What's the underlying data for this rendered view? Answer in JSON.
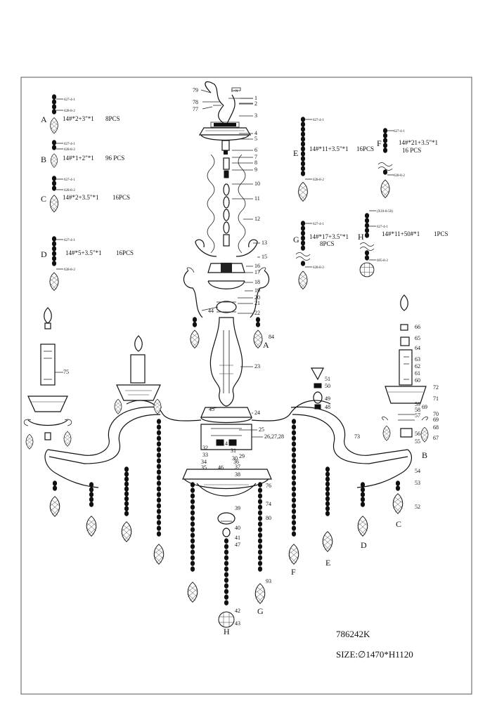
{
  "crystal_specs": [
    {
      "letter": "A",
      "part_top": "627-4-1",
      "part_bottom": "628-8-2",
      "spec": "14#*2+3\"*1",
      "qty": "8PCS"
    },
    {
      "letter": "B",
      "part_top": "627-4-1",
      "part_bottom": "628-8-2",
      "spec": "14#*1+2\"*1",
      "qty": "96 PCS"
    },
    {
      "letter": "C",
      "part_top": "627-4-1",
      "part_bottom": "628-8-2",
      "spec": "14#*2+3.5\"*1",
      "qty": "16PCS"
    },
    {
      "letter": "D",
      "part_top": "627-4-1",
      "part_bottom": "628-8-2",
      "spec": "14#*5+3.5\"*1",
      "qty": "16PCS"
    },
    {
      "letter": "E",
      "part_top": "627-4-1",
      "part_bottom": "628-8-2",
      "spec": "14#*11+3.5\"*1",
      "qty": "16PCS"
    },
    {
      "letter": "F",
      "part_top": "627-4-1",
      "part_bottom": "628-8-2",
      "spec": "14#*21+3.5\"*1",
      "qty": "16 PCS"
    },
    {
      "letter": "G",
      "part_top": "627-4-1",
      "part_bottom": "628-8-2",
      "spec": "14#*17+3.5\"*1",
      "qty": "8PCS"
    },
    {
      "letter": "H",
      "part_top": "627-4-1",
      "part_bottom": "605-8-2",
      "part_extra": "(X10-8-50)",
      "spec": "14#*11+50#*1",
      "qty": "1PCS"
    }
  ],
  "part_numbers": {
    "right_column": [
      "1",
      "2",
      "3",
      "4",
      "5",
      "6",
      "7",
      "8",
      "9",
      "10",
      "11",
      "12",
      "13",
      "15",
      "16",
      "17",
      "18",
      "19",
      "20",
      "21",
      "22",
      "23",
      "24",
      "25",
      "26,27,28"
    ],
    "left_top": [
      "79",
      "78",
      "77"
    ],
    "center_low": [
      "14",
      "29",
      "30",
      "31",
      "32",
      "33",
      "34",
      "35",
      "36",
      "37",
      "38",
      "39",
      "40",
      "41",
      "42",
      "43",
      "44",
      "45",
      "46",
      "47",
      "76",
      "74",
      "80",
      "93"
    ],
    "right_arm": [
      "48",
      "49",
      "50",
      "51",
      "52",
      "53",
      "54",
      "55",
      "56",
      "57",
      "58",
      "59",
      "60",
      "61",
      "62",
      "63",
      "64",
      "65",
      "66",
      "67",
      "68",
      "69",
      "69",
      "70",
      "71",
      "72",
      "73"
    ],
    "left_arm": [
      "75"
    ],
    "side": [
      "84"
    ],
    "top_tag": "L+N"
  },
  "drop_labels": {
    "A_main": "A",
    "B_right": "B",
    "C_right": "C",
    "D_right": "D",
    "E_right": "E",
    "F_center": "F",
    "G_center": "G",
    "H_center": "H"
  },
  "model_number": "786242K",
  "size": "SIZE:∅1470*H1120"
}
